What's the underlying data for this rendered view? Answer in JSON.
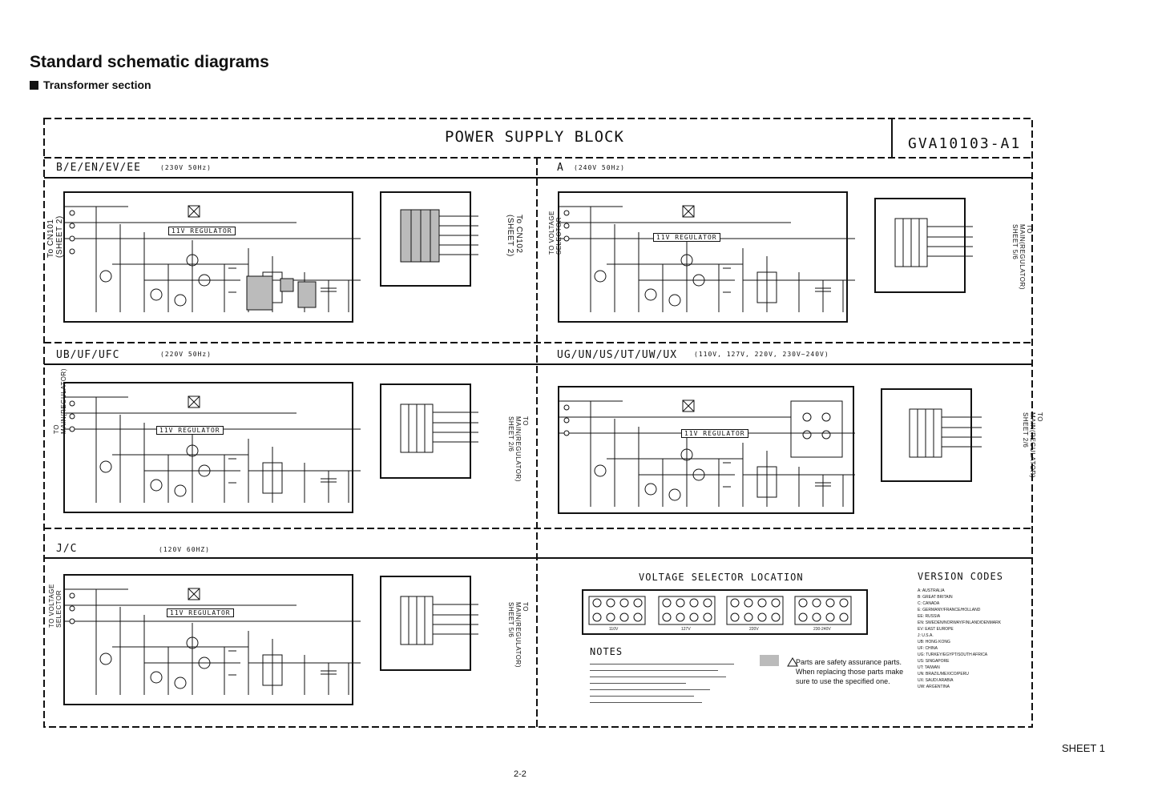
{
  "header": {
    "title": "Standard schematic diagrams",
    "subtitle": "Transformer section"
  },
  "diagram": {
    "block_title": "POWER SUPPLY BLOCK",
    "doc_code": "GVA10103-A1",
    "regulator_label": "11V REGULATOR",
    "sections": [
      {
        "label": "B/E/EN/EV/EE",
        "spec": "(230V 50Hz)",
        "left_connector": "To CN101 (SHEET 2)",
        "right_connector": "To CN102 (SHEET 2)"
      },
      {
        "label": "A",
        "spec": "(240V 50Hz)",
        "left_connector": "TO VOLTAGE SELECTOR",
        "right_connector": "TO MAIN(REGULATOR) SHEET 5/6"
      },
      {
        "label": "UB/UF/UFC",
        "spec": "(220V 50Hz)",
        "left_connector": "TO MAIN(REGULATOR)",
        "right_connector": "TO MAIN(REGULATOR) SHEET 2/6"
      },
      {
        "label": "UG/UN/US/UT/UW/UX",
        "spec": "(110V, 127V, 220V, 230V~240V)",
        "left_connector": "",
        "right_connector": "TO MAIN(REGULATOR) SHEET 2/6"
      },
      {
        "label": "J/C",
        "spec": "(120V 60HZ)",
        "left_connector": "TO VOLTAGE SELECTOR",
        "right_connector": "TO MAIN(REGULATOR) SHEET 5/6"
      }
    ],
    "voltage_selector": {
      "title": "VOLTAGE SELECTOR LOCATION",
      "positions": [
        "110V",
        "127V",
        "220V",
        "230-240V"
      ]
    },
    "version_codes": {
      "title": "VERSION CODES",
      "items": [
        "A: AUSTRALIA",
        "B: GREAT BRITAIN",
        "C: CANADA",
        "E: GERMANY/FRANCE/HOLLAND",
        "EE: RUSSIA",
        "EN: SWEDEN/NORWAY/FINLAND/DENMARK",
        "EV: EAST EUROPE",
        "J: U.S.A.",
        "UB: HONG KONG",
        "UF: CHINA",
        "UG: TURKEY/EGYPT/SOUTH AFRICA",
        "US: SINGAPORE",
        "UT: TAIWAN",
        "UN: BRAZIL/MEXICO/PERU",
        "UX: SAUDI ARABIA",
        "UW: ARGENTINA"
      ]
    },
    "notes": {
      "title": "NOTES",
      "safety_text": "Parts are safety assurance parts. When replacing those parts make sure to use the specified one."
    }
  },
  "footer": {
    "sheet": "SHEET 1",
    "page": "2-2"
  }
}
